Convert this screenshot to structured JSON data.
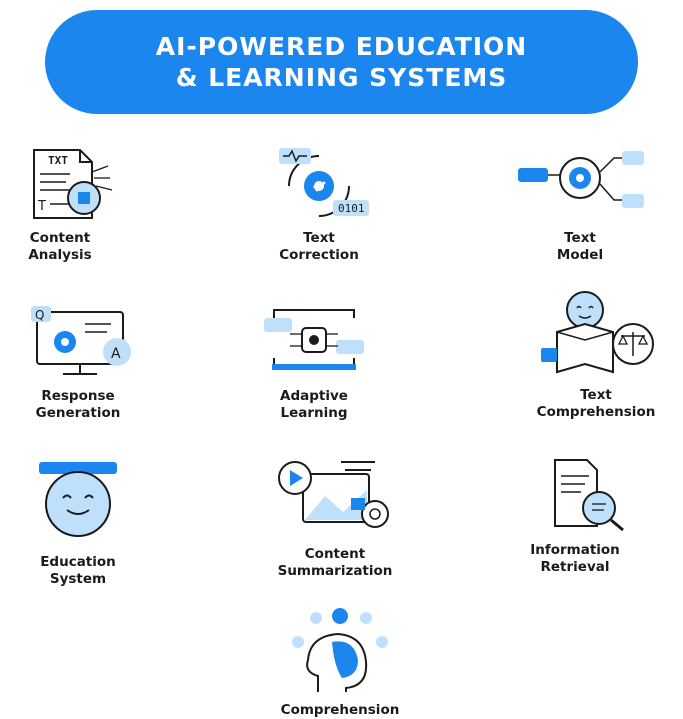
{
  "header": {
    "title_line1": "AI-POWERED EDUCATION",
    "title_line2": "& LEARNING SYSTEMS"
  },
  "colors": {
    "accent": "#1a86ee",
    "light": "#bfe0fb",
    "ink": "#1b1b1b"
  },
  "items": [
    {
      "line1": "Content",
      "line2": "Analysis",
      "icon": "document-brain-icon",
      "chip_text": "TXT",
      "chip_text2": "T"
    },
    {
      "line1": "Text",
      "line2": "Correction",
      "icon": "gear-binary-icon",
      "chip_text": "0101",
      "chip_text2": ""
    },
    {
      "line1": "Text",
      "line2": "Model",
      "icon": "gear-network-icon",
      "chip_text": "",
      "chip_text2": ""
    },
    {
      "line1": "Response",
      "line2": "Generation",
      "icon": "monitor-gear-icon",
      "chip_text": "Q",
      "chip_text2": "A"
    },
    {
      "line1": "Adaptive",
      "line2": "Learning",
      "icon": "ai-chip-screen-icon",
      "chip_text": "",
      "chip_text2": ""
    },
    {
      "line1": "Text",
      "line2": "Comprehension",
      "icon": "robot-book-scales-icon",
      "chip_text": "",
      "chip_text2": ""
    },
    {
      "line1": "Education",
      "line2": "System",
      "icon": "robot-graduate-icon",
      "chip_text": "",
      "chip_text2": ""
    },
    {
      "line1": "Content",
      "line2": "Summarization",
      "icon": "video-chart-icon",
      "chip_text": "",
      "chip_text2": ""
    },
    {
      "line1": "Information",
      "line2": "Retrieval",
      "icon": "document-magnifier-icon",
      "chip_text": "",
      "chip_text2": ""
    },
    {
      "line1": "Comprehension",
      "line2": "",
      "icon": "head-brain-icon",
      "chip_text": "",
      "chip_text2": ""
    }
  ]
}
